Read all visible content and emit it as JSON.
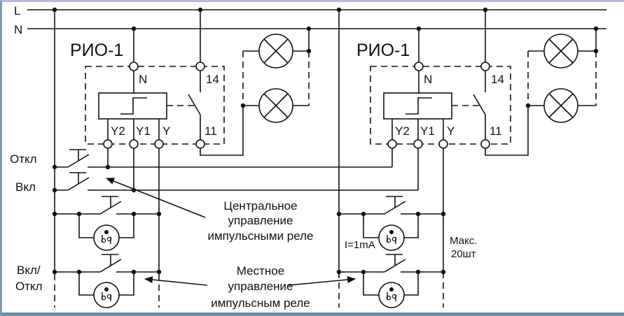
{
  "diagram": {
    "title": "Impulse relay RIO-1 wiring diagram with central and local control",
    "bus_labels": {
      "line": "L",
      "neutral": "N"
    },
    "relays": [
      {
        "name": "РИО-1",
        "terminals": {
          "n": "N",
          "out": "14",
          "in": "11",
          "y2": "Y2",
          "y1": "Y1",
          "y": "Y"
        }
      },
      {
        "name": "РИО-1",
        "terminals": {
          "n": "N",
          "out": "14",
          "in": "11",
          "y2": "Y2",
          "y1": "Y1",
          "y": "Y"
        }
      }
    ],
    "left_labels": {
      "off": "Откл",
      "on": "Вкл",
      "on_off_line1": "Вкл/",
      "on_off_line2": "Откл"
    },
    "annotations": {
      "central": [
        "Центральное",
        "управление",
        "импульсными реле"
      ],
      "local": [
        "Местное",
        "управление",
        "импульсным реле"
      ],
      "current": "I=1mA",
      "max_line1": "Макс.",
      "max_line2": "20шт"
    },
    "lamp_glyph": "⊗",
    "indicator_glyph": "b• q"
  }
}
